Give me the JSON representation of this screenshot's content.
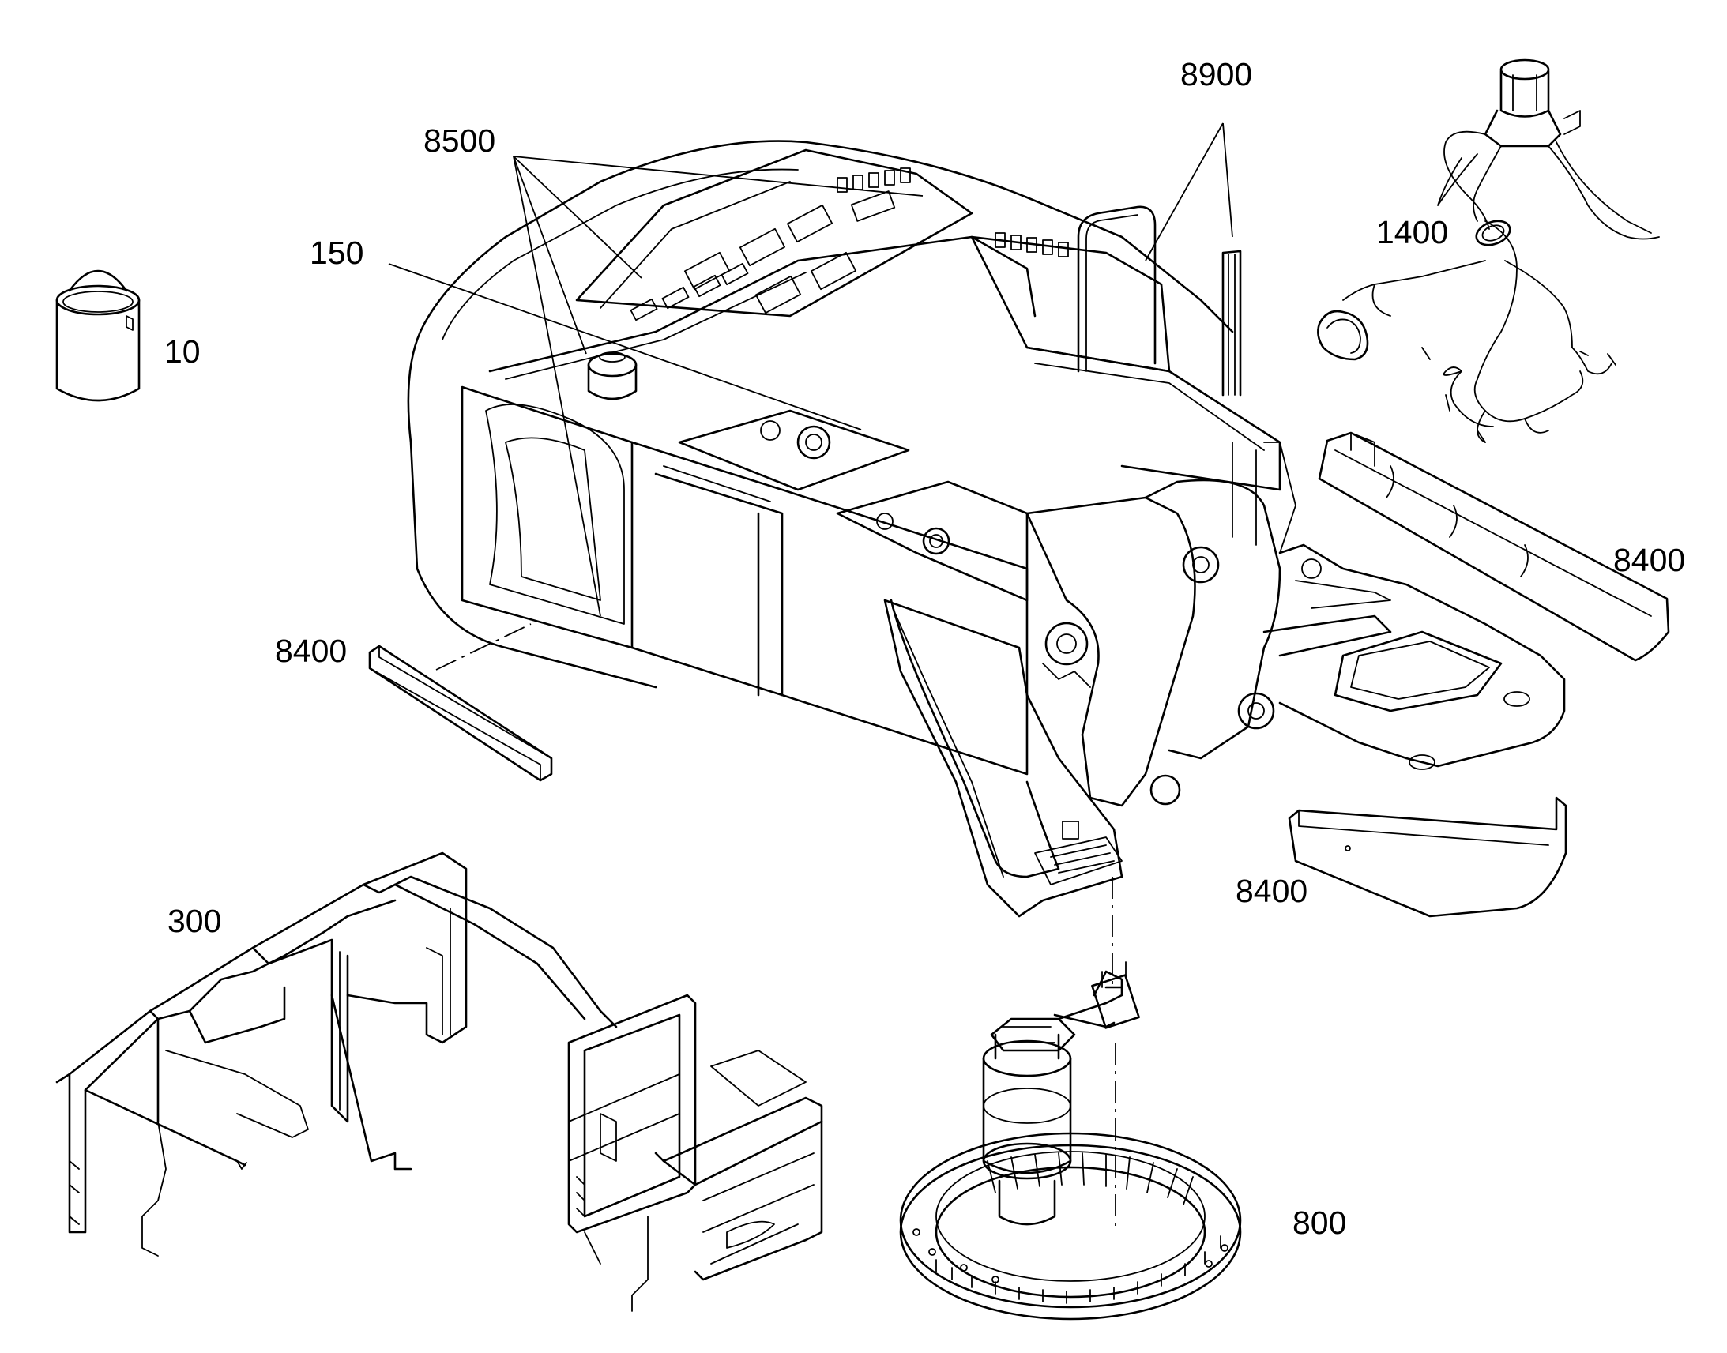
{
  "callouts": [
    {
      "id": "c10",
      "label": "10"
    },
    {
      "id": "c150",
      "label": "150"
    },
    {
      "id": "c300",
      "label": "300"
    },
    {
      "id": "c800",
      "label": "800"
    },
    {
      "id": "c1400",
      "label": "1400"
    },
    {
      "id": "c8400_left",
      "label": "8400"
    },
    {
      "id": "c8400_right",
      "label": "8400"
    },
    {
      "id": "c8400_bottom",
      "label": "8400"
    },
    {
      "id": "c8500",
      "label": "8500"
    },
    {
      "id": "c8900",
      "label": "8900"
    }
  ]
}
